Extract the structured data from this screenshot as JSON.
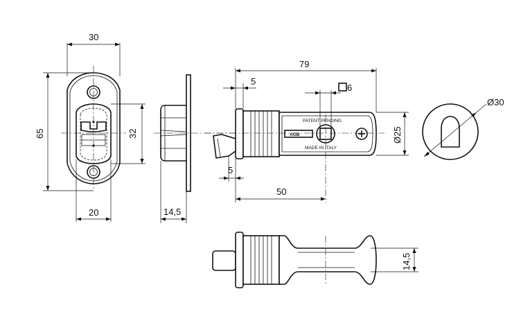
{
  "dimensions": {
    "plate_width": "30",
    "plate_height": "65",
    "opening_height": "32",
    "opening_width": "20",
    "side_depth": "14,5",
    "total_length": "79",
    "flange_thickness": "5",
    "spindle_square": "6",
    "spindle_offset": "5",
    "backset": "50",
    "body_diameter": "Ø25",
    "rosette_diameter": "Ø30",
    "bottom_height": "14,5"
  },
  "labels": {
    "patent": "PATENT PENDING",
    "made_in": "MADE IN ITALY",
    "brand": "AGB"
  }
}
